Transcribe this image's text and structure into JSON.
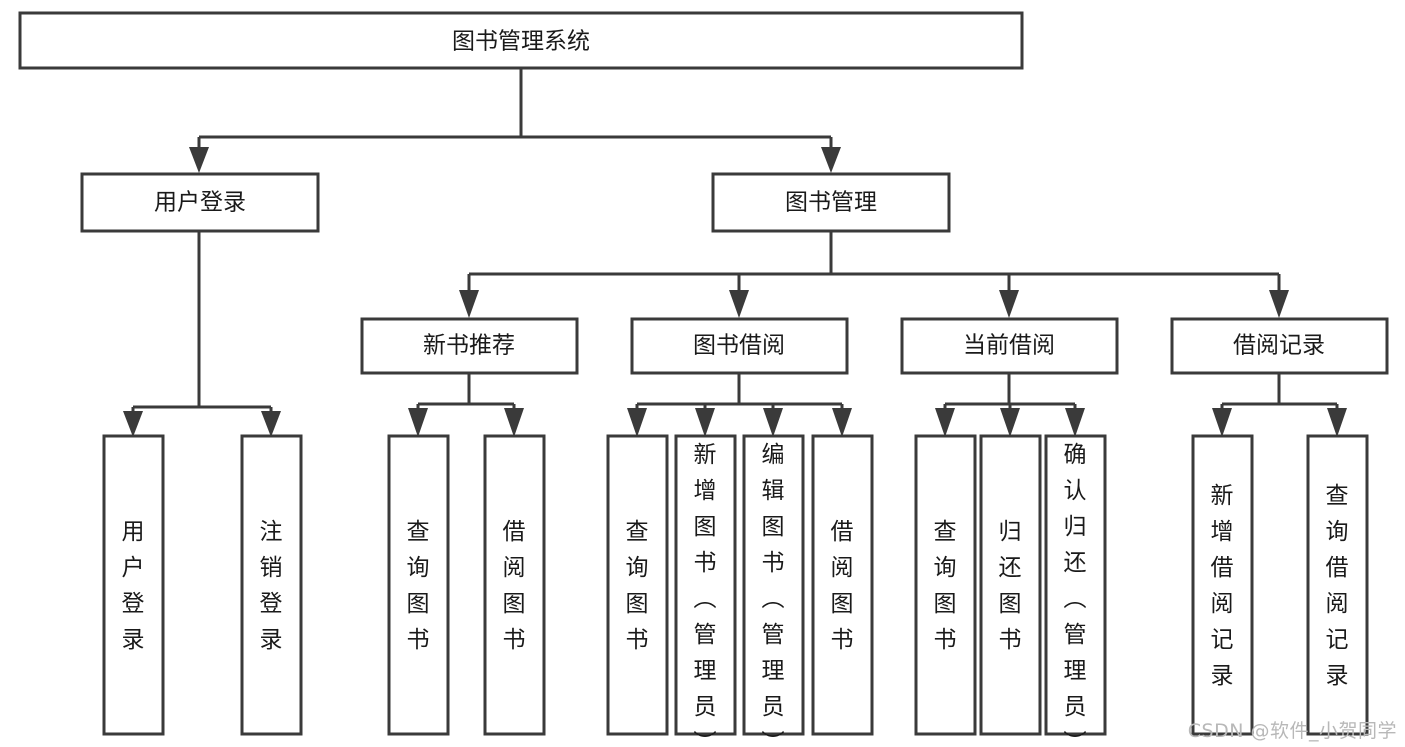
{
  "diagram": {
    "title": "图书管理系统",
    "type": "tree-hierarchy-diagram",
    "watermark": "CSDN @软件_小贺同学",
    "colors": {
      "background": "#ffffff",
      "box_fill": "#ffffff",
      "box_stroke": "#3a3a3a",
      "connector": "#3a3a3a",
      "text": "#1a1a1a",
      "watermark": "#b8b8b8"
    },
    "root": {
      "id": "root",
      "label": "图书管理系统",
      "orientation": "horizontal"
    },
    "level2": [
      {
        "id": "user-login",
        "label": "用户登录",
        "orientation": "horizontal"
      },
      {
        "id": "book-management",
        "label": "图书管理",
        "orientation": "horizontal"
      }
    ],
    "level3": [
      {
        "id": "new-book-recommend",
        "label": "新书推荐",
        "orientation": "horizontal",
        "parent": "book-management"
      },
      {
        "id": "book-borrow",
        "label": "图书借阅",
        "orientation": "horizontal",
        "parent": "book-management"
      },
      {
        "id": "current-borrow",
        "label": "当前借阅",
        "orientation": "horizontal",
        "parent": "book-management"
      },
      {
        "id": "borrow-record",
        "label": "借阅记录",
        "orientation": "horizontal",
        "parent": "book-management"
      }
    ],
    "leaves": [
      {
        "id": "leaf-user-login",
        "label": "用户登录",
        "orientation": "vertical",
        "parent": "user-login"
      },
      {
        "id": "leaf-user-logout",
        "label": "注销登录",
        "orientation": "vertical",
        "parent": "user-login"
      },
      {
        "id": "leaf-query-book-1",
        "label": "查询图书",
        "orientation": "vertical",
        "parent": "new-book-recommend"
      },
      {
        "id": "leaf-borrow-book-1",
        "label": "借阅图书",
        "orientation": "vertical",
        "parent": "new-book-recommend"
      },
      {
        "id": "leaf-query-book-2",
        "label": "查询图书",
        "orientation": "vertical",
        "parent": "book-borrow"
      },
      {
        "id": "leaf-add-book",
        "label": "新增图书（管理员）",
        "orientation": "vertical",
        "parent": "book-borrow"
      },
      {
        "id": "leaf-edit-book",
        "label": "编辑图书（管理员）",
        "orientation": "vertical",
        "parent": "book-borrow"
      },
      {
        "id": "leaf-borrow-book-2",
        "label": "借阅图书",
        "orientation": "vertical",
        "parent": "book-borrow"
      },
      {
        "id": "leaf-query-book-3",
        "label": "查询图书",
        "orientation": "vertical",
        "parent": "current-borrow"
      },
      {
        "id": "leaf-return-book",
        "label": "归还图书",
        "orientation": "vertical",
        "parent": "current-borrow"
      },
      {
        "id": "leaf-confirm-return",
        "label": "确认归还（管理员）",
        "orientation": "vertical",
        "parent": "current-borrow"
      },
      {
        "id": "leaf-add-record",
        "label": "新增借阅记录",
        "orientation": "vertical",
        "parent": "borrow-record"
      },
      {
        "id": "leaf-query-record",
        "label": "查询借阅记录",
        "orientation": "vertical",
        "parent": "borrow-record"
      }
    ]
  }
}
